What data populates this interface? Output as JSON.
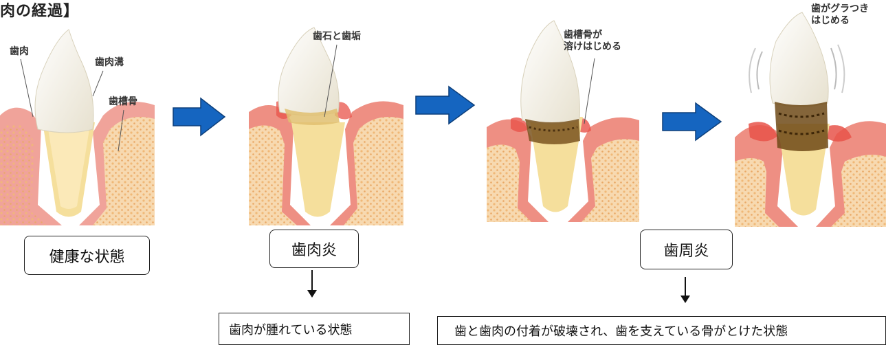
{
  "title": "肉の経過】",
  "stages": [
    {
      "labels": [
        "歯肉",
        "歯肉溝",
        "歯槽骨"
      ],
      "box": "健康な状態"
    },
    {
      "labels": [
        "歯石と歯垢"
      ],
      "box": "歯肉炎"
    },
    {
      "labels": [
        "歯槽骨が",
        "溶けはじめる"
      ]
    },
    {
      "labels": [
        "歯がグラつき",
        "はじめる"
      ],
      "box": "歯周炎"
    }
  ],
  "descriptions": {
    "gingivitis": "歯肉が腫れている状態",
    "periodontitis": "歯と歯肉の付着が破壊され、歯を支えている骨がとけた状態"
  },
  "colors": {
    "arrow": "#1565c0",
    "arrow_border": "#0d3f7a",
    "gum": "#f0a39a",
    "bone": "#f7d9b0",
    "tooth": "#f4f1e6",
    "root": "#f5df9c",
    "tartar": "#7a5520"
  }
}
